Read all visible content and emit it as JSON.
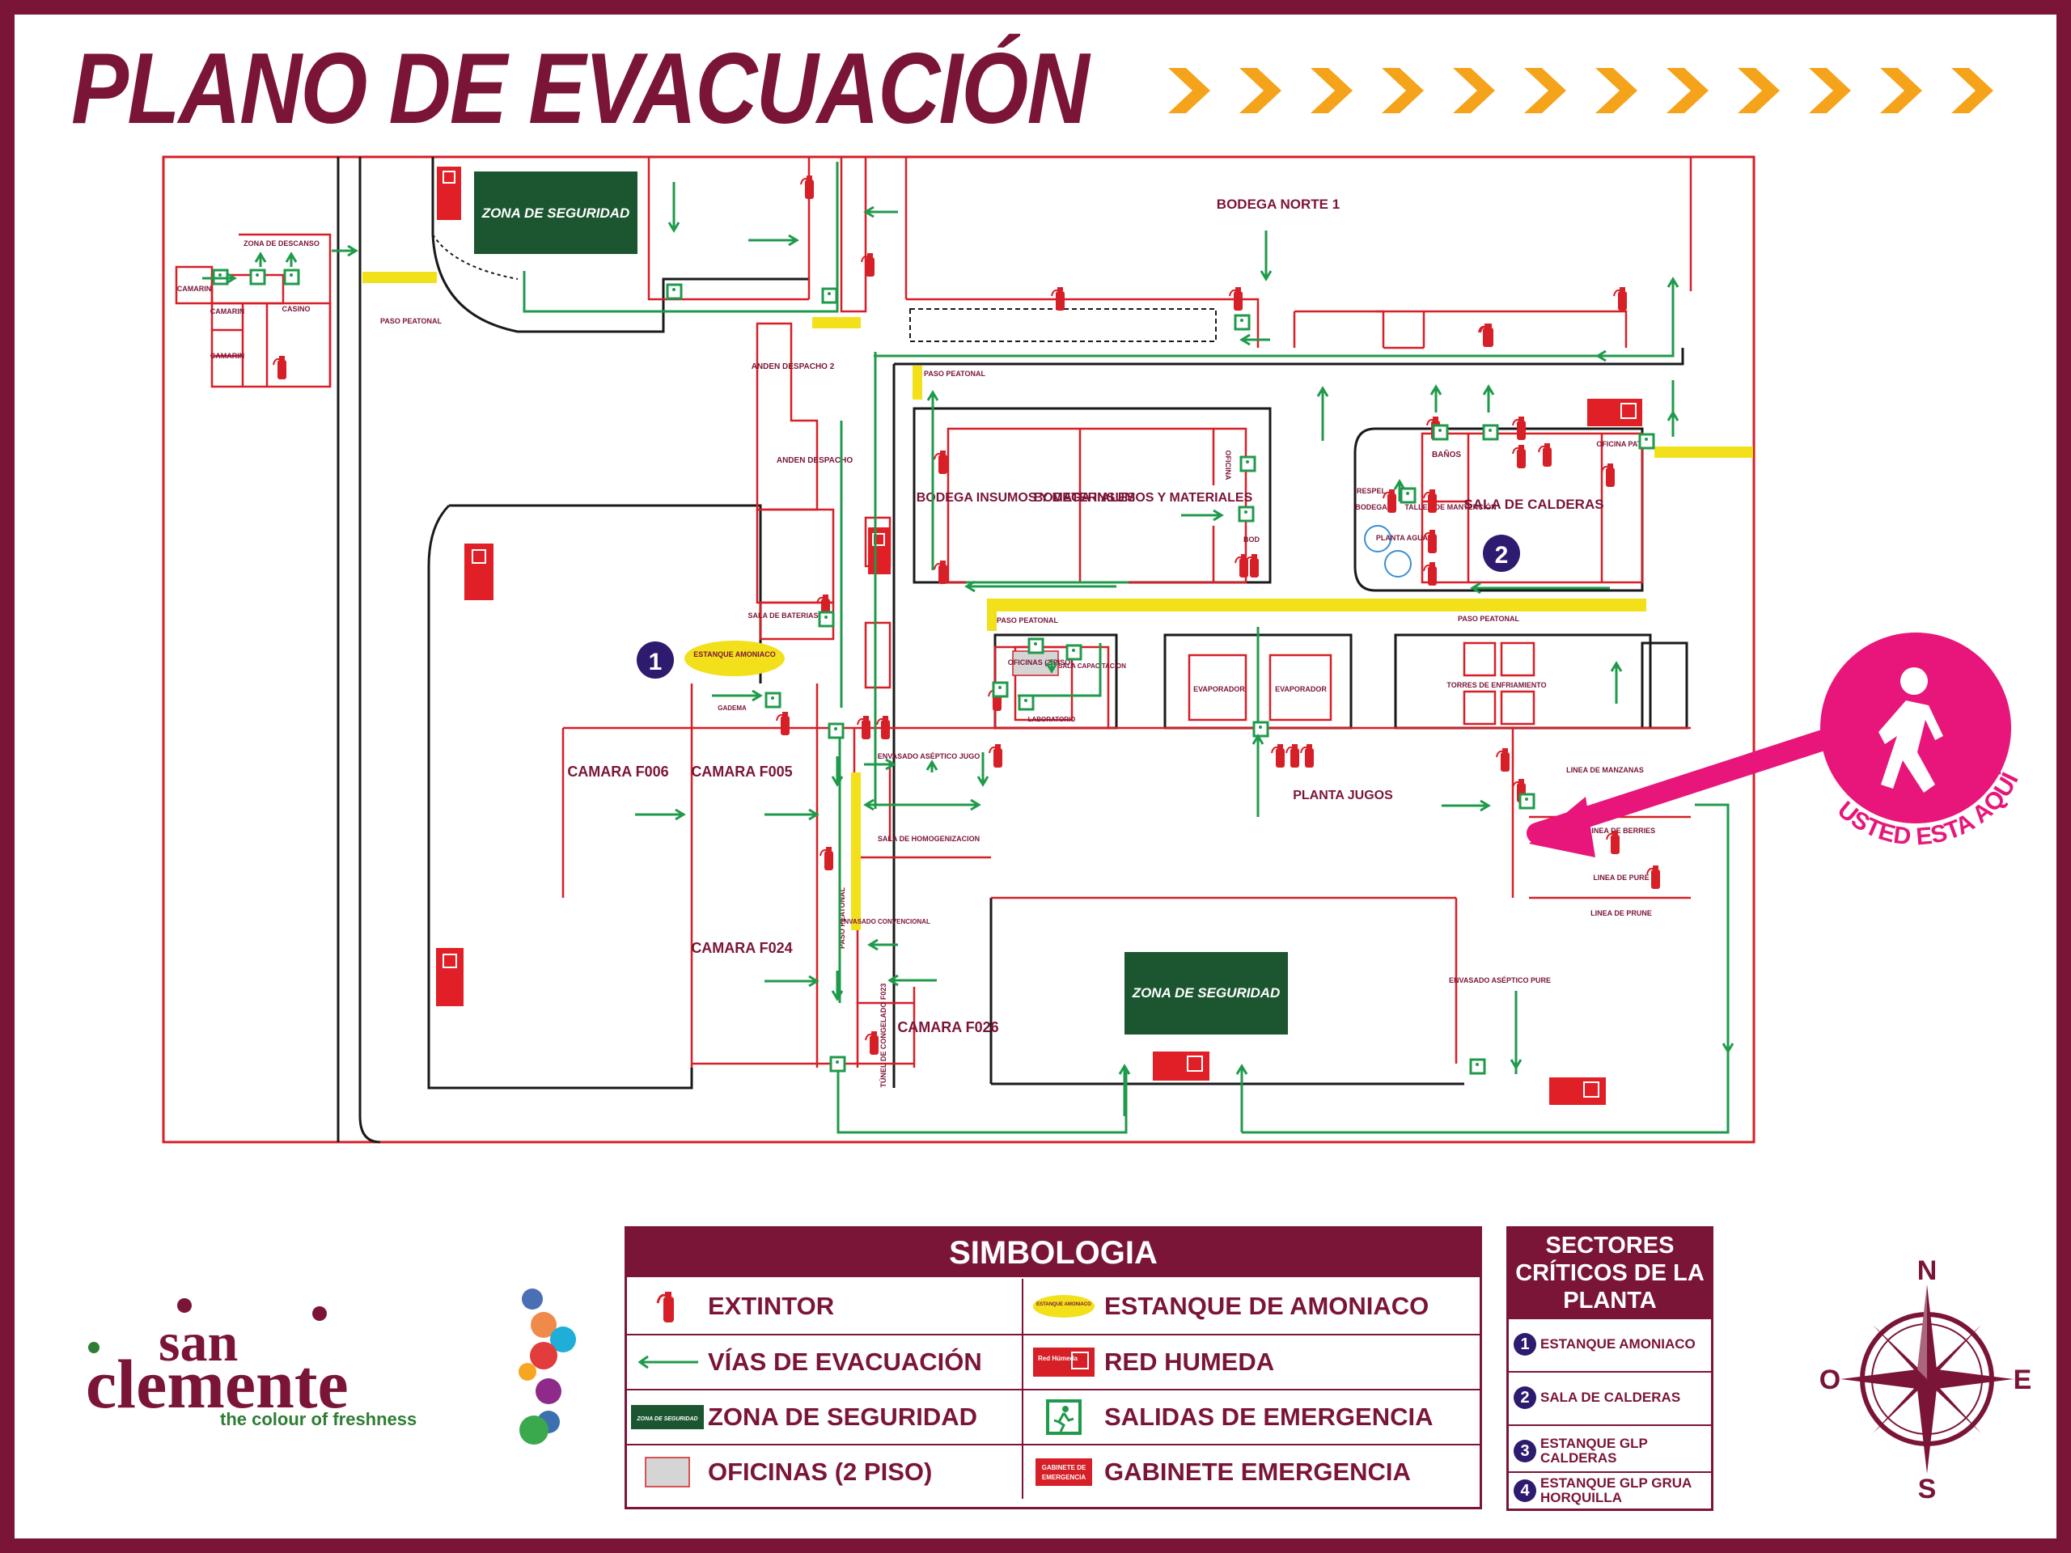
{
  "title": "PLANO DE EVACUACIÓN",
  "colors": {
    "brand": "#7b1538",
    "route": "#1f9a4b",
    "wall": "#d61f26",
    "safe_zone": "#1c5631",
    "pink": "#e8167a",
    "chevron": "#f5a31a",
    "tank": "#f2e01a",
    "sector_badge": "#2e1a6e"
  },
  "map": {
    "zona_seguridad": "ZONA DE SEGURIDAD",
    "bodega_norte": "BODEGA NORTE 1",
    "paso_peatonal": "PASO PEATONAL",
    "camarin": "CAMARIN",
    "zona_descanso": "ZONA DE DESCANSO",
    "casino": "CASINO",
    "anden_despacho_2": "ANDEN DESPACHO 2",
    "anden_despacho": "ANDEN DESPACHO",
    "sala_baterias": "SALA DE BATERIAS",
    "estanque_amoniaco": "ESTANQUE AMONIACO",
    "gadema": "GADEMA",
    "bodega_insumos_1": "BODEGA INSUMOS Y MATERIALES",
    "bodega_insumos_2": "BODEGA INSUMOS Y MATERIALES",
    "oficina": "OFICINA",
    "bod": "BOD",
    "banos": "BAÑOS",
    "oficina_patio": "OFICINA PATIO",
    "respel": "RESPEL",
    "bodega": "BODEGA",
    "planta_aguas": "PLANTA AGUAS",
    "taller": "TALLER DE MANTENCIÓN",
    "sala_calderas": "SALA DE CALDERAS",
    "oficinas_2piso": "OFICINAS (2 PISO)",
    "sala_capacitacion": "SALA CAPACITACION",
    "laboratorio": "LABORATORIO",
    "evaporador": "EVAPORADOR",
    "torres": "TORRES DE ENFRIAMIENTO",
    "camara_f006": "CAMARA F006",
    "camara_f005": "CAMARA F005",
    "camara_f024": "CAMARA F024",
    "camara_f026": "CAMARA F026",
    "envasado_aseptico_jugo": "ENVASADO ASÉPTICO JUGO",
    "sala_homogenizacion": "SALA DE HOMOGENIZACION",
    "envasado_convencional": "ENVASADO CONVENCIONAL",
    "tunel": "TÚNEL DE CONGELADO F023",
    "planta_jugos": "PLANTA JUGOS",
    "linea_manzanas": "LINEA DE MANZANAS",
    "linea_berries": "LINEA DE BERRIES",
    "linea_pure": "LINEA DE PURE",
    "linea_prune": "LINEA DE PRUNE",
    "envasado_aseptico_pure": "ENVASADO ASÉPTICO PURE",
    "red_humeda": "Red Húmeda",
    "usted_esta_aqui": "USTED ESTA AQUÍ",
    "sector_1": "1",
    "sector_2": "2"
  },
  "legend": {
    "title": "SIMBOLOGIA",
    "items": [
      {
        "label": "EXTINTOR",
        "icon": "fire-extinguisher-icon"
      },
      {
        "label": "ESTANQUE DE AMONIACO",
        "icon": "ammonia-tank-icon",
        "badge": "ESTANQUE AMONIACO"
      },
      {
        "label": "VÍAS DE EVACUACIÓN",
        "icon": "evacuation-arrow-icon"
      },
      {
        "label": "RED HUMEDA",
        "icon": "wet-riser-icon",
        "badge": "Red Húmeda"
      },
      {
        "label": "ZONA DE SEGURIDAD",
        "icon": "safety-zone-icon",
        "badge": "ZONA DE SEGURIDAD"
      },
      {
        "label": "SALIDAS DE EMERGENCIA",
        "icon": "emergency-exit-icon"
      },
      {
        "label": "OFICINAS (2 PISO)",
        "icon": "office-icon"
      },
      {
        "label": "GABINETE EMERGENCIA",
        "icon": "emergency-cabinet-icon",
        "badge": "GABINETE DE EMERGENCIA"
      }
    ]
  },
  "sectors": {
    "title": "SECTORES CRÍTICOS DE LA PLANTA",
    "items": [
      {
        "num": "1",
        "label": "ESTANQUE AMONIACO"
      },
      {
        "num": "2",
        "label": "SALA DE CALDERAS"
      },
      {
        "num": "3",
        "label": "ESTANQUE GLP CALDERAS"
      },
      {
        "num": "4",
        "label": "ESTANQUE GLP GRUA HORQUILLA"
      }
    ]
  },
  "logo": {
    "word1": "san",
    "word2": "clemente",
    "tagline": "the colour of freshness"
  },
  "compass": {
    "n": "N",
    "s": "S",
    "e": "E",
    "o": "O"
  }
}
